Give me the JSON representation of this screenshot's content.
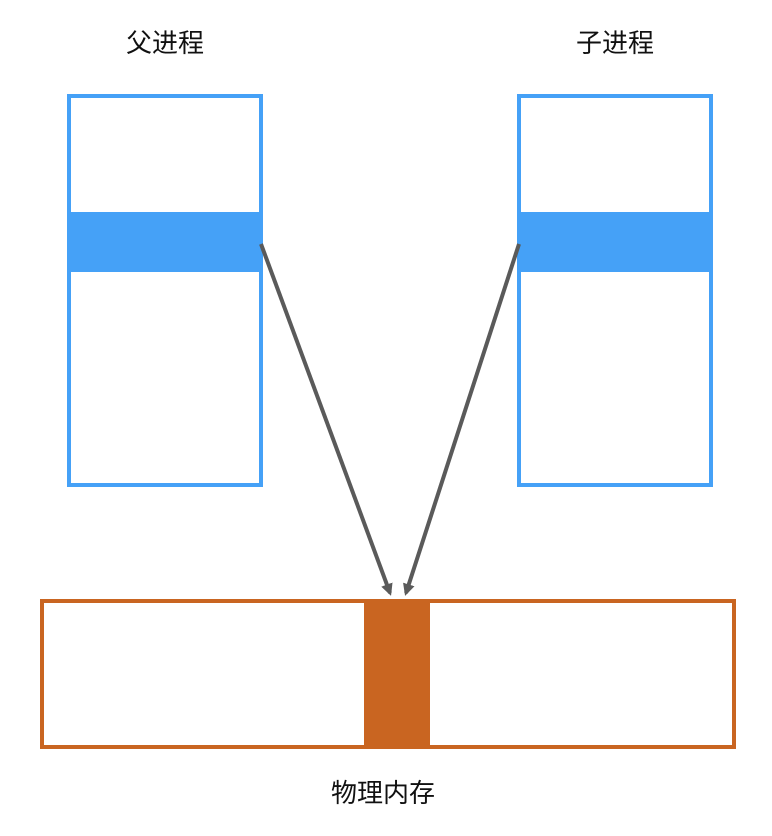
{
  "labels": {
    "parent_process": "父进程",
    "child_process": "子进程",
    "physical_memory": "物理内存"
  },
  "colors": {
    "process_border": "#45a1f7",
    "process_page": "#45a1f7",
    "memory_border": "#c96521",
    "memory_page": "#c96521",
    "arrow": "#5a5a5a"
  }
}
